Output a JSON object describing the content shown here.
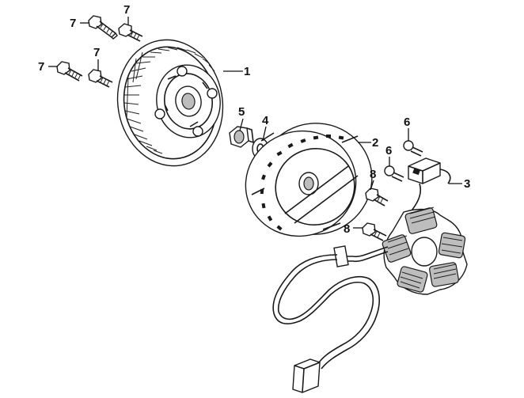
{
  "colors": {
    "line": "#1a1a1a",
    "background": "#ffffff",
    "shade": "#bdbdbd"
  },
  "callouts": [
    {
      "id": "c1",
      "text": "1"
    },
    {
      "id": "c2",
      "text": "2"
    },
    {
      "id": "c3",
      "text": "3"
    },
    {
      "id": "c4",
      "text": "4"
    },
    {
      "id": "c5",
      "text": "5"
    },
    {
      "id": "c6a",
      "text": "6"
    },
    {
      "id": "c6b",
      "text": "6"
    },
    {
      "id": "c7a",
      "text": "7"
    },
    {
      "id": "c7b",
      "text": "7"
    },
    {
      "id": "c7c",
      "text": "7"
    },
    {
      "id": "c7d",
      "text": "7"
    },
    {
      "id": "c8a",
      "text": "8"
    },
    {
      "id": "c8b",
      "text": "8"
    }
  ]
}
